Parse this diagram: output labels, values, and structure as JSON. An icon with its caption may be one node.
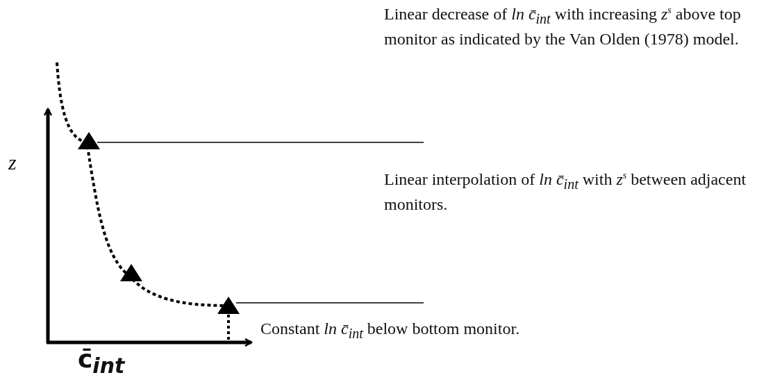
{
  "diagram": {
    "labels": [
      "Linear decrease of *ln c̄*$_{int}$ with increasing *z*$^{s}$ above top monitor as indicated by the Van Olden (1978) model.",
      "*z*",
      "Linear interpolation of *ln c̄*$_{int}$ with *z*$^{s}$ between adjacent monitors.",
      "Constant *ln c̄*$_{int}$ below bottom monitor.",
      "c̄$_{int}$"
    ]
  }
}
